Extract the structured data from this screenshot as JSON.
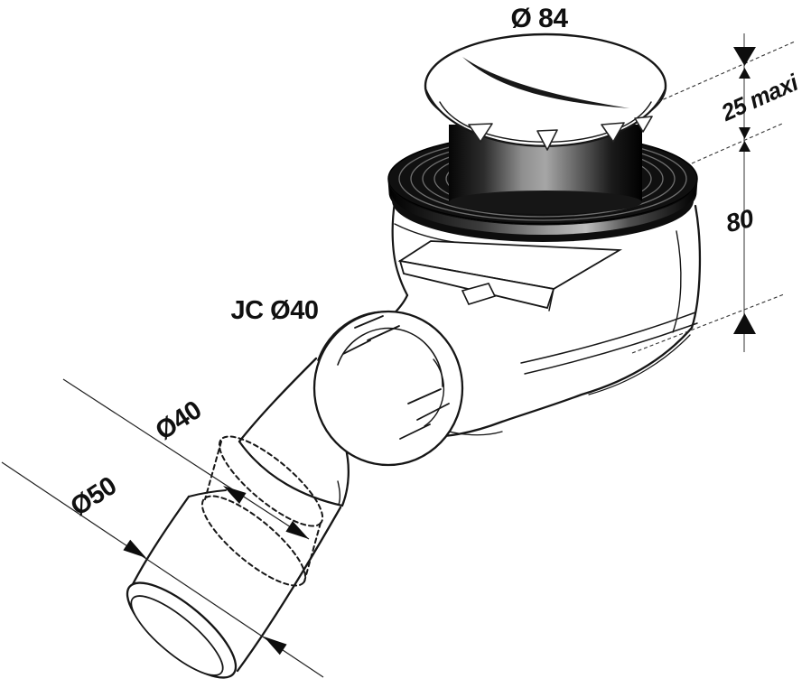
{
  "figure": {
    "type": "technical-line-drawing",
    "subject": "shower drain trap with adjustable outlet pipe",
    "background": "#ffffff",
    "ink": "#161616",
    "gasket_dark": "#101010",
    "labels": {
      "cap_diameter": "Ø 84",
      "recess_max": "25 maxi",
      "body_height": "80",
      "joint": "JC Ø40",
      "inner_pipe": "Ø40",
      "outer_pipe": "Ø50"
    }
  }
}
